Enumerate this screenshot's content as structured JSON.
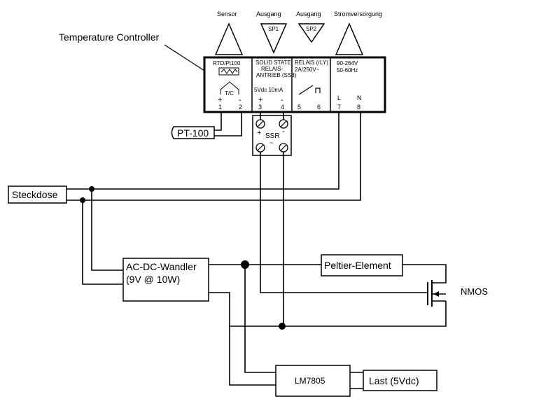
{
  "title": "Temperature Controller",
  "terminal_labels": {
    "sensor": "Sensor",
    "output1": "Ausgang",
    "output2": "Ausgang",
    "power": "Stromversorgung",
    "sp1": "SP1",
    "sp2": "SP2"
  },
  "controller_sections": {
    "rtd": "RTD/Pt100",
    "tc": "T/C",
    "ssr_line1": "SOLID STATE",
    "ssr_line2": "RELAIS-",
    "ssr_line3": "ANTRIEB (SSd)",
    "ssr_spec": "5Vdc 10mA",
    "relay_line1": "RELAIS (rLY)",
    "relay_line2": "2A/250V~",
    "power_line1": "90-264V",
    "power_line2": "50-60Hz"
  },
  "terminals": {
    "pin1": "1",
    "pin2": "2",
    "pin3": "3",
    "pin4": "4",
    "pin5": "5",
    "pin6": "6",
    "pin7": "7",
    "pin8": "8",
    "plus1": "+",
    "minus2": "-",
    "plus3": "+",
    "minus4": "-",
    "L": "L",
    "N": "N"
  },
  "components": {
    "pt100": "PT-100",
    "ssr": "SSR",
    "ssr_plus": "+",
    "ssr_minus": "-",
    "ssr_tilde": "~",
    "steckdose": "Steckdose",
    "acdc_line1": "AC-DC-Wandler",
    "acdc_line2": "(9V @ 10W)",
    "peltier": "Peltier-Element",
    "nmos": "NMOS",
    "lm7805": "LM7805",
    "last": "Last (5Vdc)"
  }
}
